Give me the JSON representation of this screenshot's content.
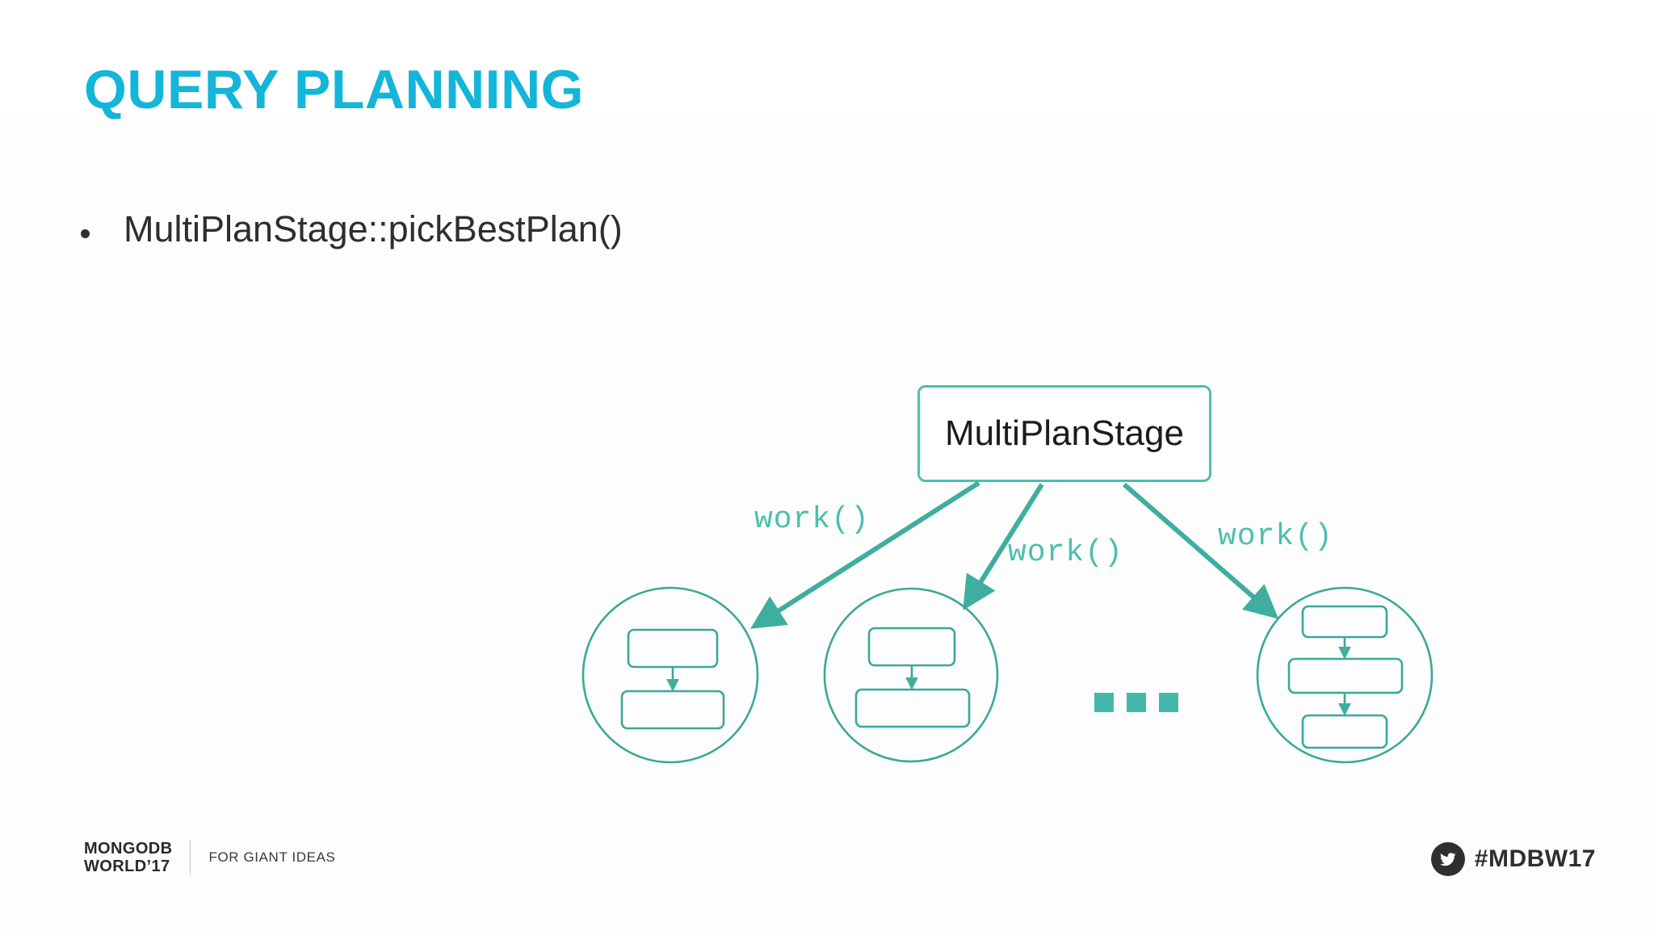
{
  "slide": {
    "title": "QUERY PLANNING",
    "title_color": "#13b5d8",
    "accent_color": "#4cbfae",
    "background": "#ffffff"
  },
  "bullets": [
    {
      "text": "MultiPlanStage::pickBestPlan()"
    }
  ],
  "diagram": {
    "root": {
      "label": "MultiPlanStage",
      "shape": "rounded-rectangle",
      "border_color": "#4cbfae"
    },
    "edges": [
      {
        "label": "work()",
        "from": "MultiPlanStage",
        "to": "candidate-plan-1"
      },
      {
        "label": "work()",
        "from": "MultiPlanStage",
        "to": "candidate-plan-2"
      },
      {
        "label": "work()",
        "from": "MultiPlanStage",
        "to": "candidate-plan-n"
      }
    ],
    "candidate_plans": [
      {
        "name": "candidate-plan-1",
        "stage_count": 2
      },
      {
        "name": "candidate-plan-2",
        "stage_count": 2
      },
      {
        "name": "candidate-plan-n",
        "stage_count": 3
      }
    ],
    "ellipsis": "▪ ▪ ▪",
    "ellipsis_color": "#45b8ac"
  },
  "footer": {
    "logo_line1": "MONGODB",
    "logo_line2": "WORLD’17",
    "tagline": "FOR GIANT IDEAS",
    "hashtag": "#MDBW17",
    "social_icon": "twitter-icon"
  }
}
